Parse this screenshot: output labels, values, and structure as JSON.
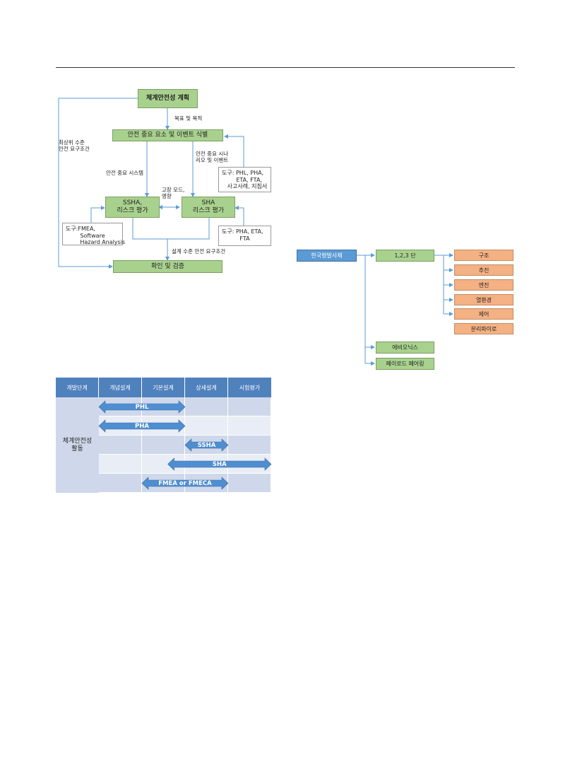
{
  "flow": {
    "plan": "체계안전성 계획",
    "identify": "안전 중요 요소 및 이벤트 식별",
    "ssha": "SSHA,\n리스크 평가",
    "sha": "SHA\n리스크 평가",
    "verify": "확인 및 검증",
    "label_goal": "목표 및 목적",
    "label_top_req": "최상위 수준\n안전 요구조건",
    "label_system": "안전 중요 시스템",
    "label_scenario": "안전 중요 시나\n리오 및 이벤트",
    "label_failure": "고장 모드,\n영향",
    "label_design_req": "설계 수준 안전 요구조건",
    "tool_identify": "도구: PHL, PHA,\n        ETA, FTA,\n   사고사례, 지침서",
    "tool_ssha": "도구:FMEA,\n        Software\n        Hazard Analysis",
    "tool_sha": "도구: PHA, ETA,\n          FTA"
  },
  "tree": {
    "root": "한국형발사체",
    "stage": "1,2,3 단",
    "stage_children": [
      "구조",
      "추진",
      "엔진",
      "열환경",
      "제어",
      "분리파이로"
    ],
    "avionics": "에비오닉스",
    "payload": "페이로드 페어링"
  },
  "table": {
    "headers": [
      "개발단계",
      "개념설계",
      "기본설계",
      "상세설계",
      "시험평가"
    ],
    "activity": "체계안전성\n활동",
    "bars": [
      {
        "label": "PHL",
        "start": 1,
        "end": 3
      },
      {
        "label": "PHA",
        "start": 1,
        "end": 3
      },
      {
        "label": "SSHA",
        "start": 3,
        "end": 4
      },
      {
        "label": "SHA",
        "start": 2.6,
        "end": 5
      },
      {
        "label": "FMEA or FMECA",
        "start": 2,
        "end": 4
      }
    ]
  }
}
